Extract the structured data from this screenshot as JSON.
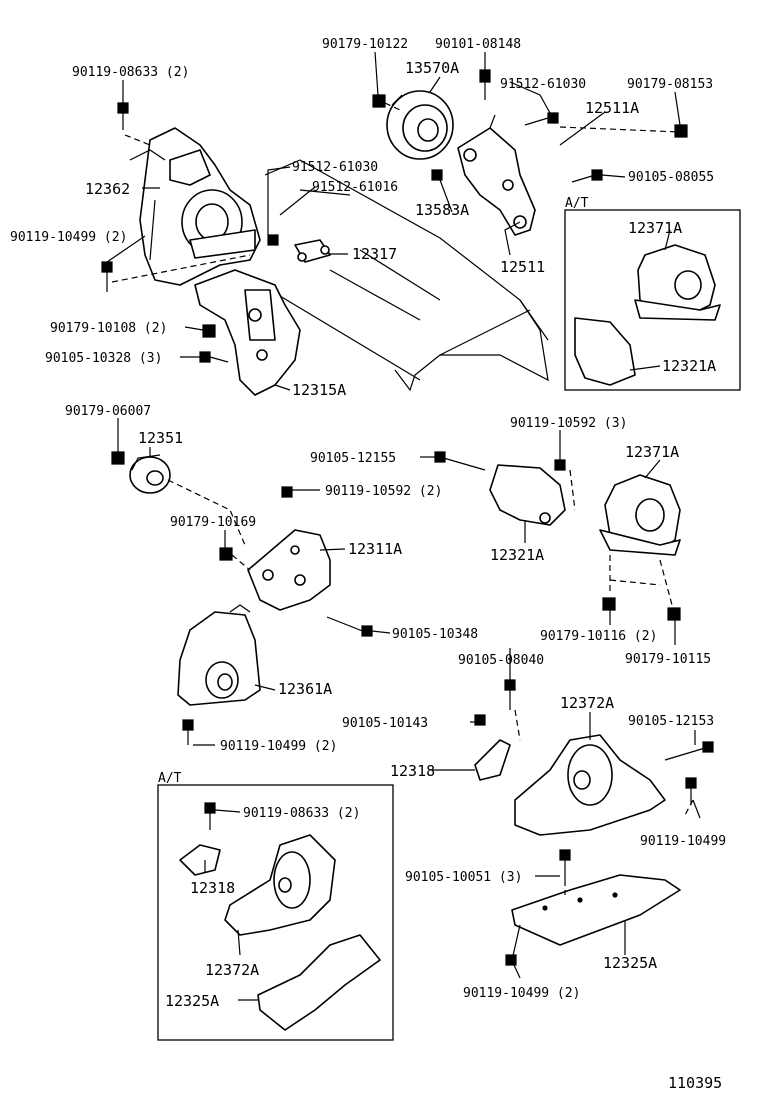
{
  "labels": {
    "p90179_10122": "90179-10122",
    "p90101_08148": "90101-08148",
    "p13570A": "13570A",
    "p91512_61030_top": "91512-61030",
    "p90179_08153": "90179-08153",
    "p90119_08633_top": "90119-08633 (2)",
    "p12511A": "12511A",
    "p12362": "12362",
    "p91512_61030_mid": "91512-61030",
    "p91512_61016": "91512-61016",
    "p90105_08055": "90105-08055",
    "p13583A": "13583A",
    "p90119_10499_a": "90119-10499 (2)",
    "p12317": "12317",
    "p12511": "12511",
    "at_top": "A/T",
    "p12371A_top": "12371A",
    "p90179_10108": "90179-10108 (2)",
    "p90105_10328": "90105-10328 (3)",
    "p12321A_top": "12321A",
    "p12315A": "12315A",
    "p90179_06007": "90179-06007",
    "p90119_10592_3": "90119-10592 (3)",
    "p12351": "12351",
    "p90105_12155": "90105-12155",
    "p12371A_mid": "12371A",
    "p90119_10592_2": "90119-10592 (2)",
    "p90179_10169": "90179-10169",
    "p12311A": "12311A",
    "p12321A_mid": "12321A",
    "p90105_10348": "90105-10348",
    "p90179_10116": "90179-10116 (2)",
    "p90105_08040": "90105-08040",
    "p90179_10115": "90179-10115",
    "p12361A": "12361A",
    "p12372A_mid": "12372A",
    "p90105_12153": "90105-12153",
    "p90105_10143": "90105-10143",
    "p90119_10499_b": "90119-10499 (2)",
    "p12318_mid": "12318",
    "at_bottom": "A/T",
    "p90119_10499_c": "90119-10499",
    "p90119_08633_bot": "90119-08633 (2)",
    "p90105_10051": "90105-10051 (3)",
    "p12318_bot": "12318",
    "p12372A_bot": "12372A",
    "p12325A_right": "12325A",
    "p12325A_left": "12325A",
    "p90119_10499_d": "90119-10499 (2)",
    "figure_code": "110395"
  }
}
